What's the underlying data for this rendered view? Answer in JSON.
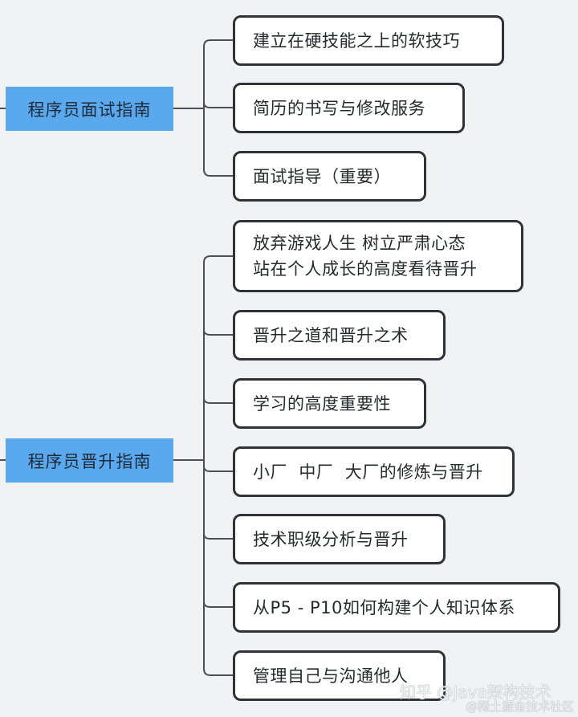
{
  "mindmap": {
    "branches": [
      {
        "title": "程序员面试指南",
        "children": [
          {
            "lines": [
              "建立在硬技能之上的软技巧"
            ]
          },
          {
            "lines": [
              "简历的书写与修改服务"
            ]
          },
          {
            "lines": [
              "面试指导（重要）"
            ]
          }
        ]
      },
      {
        "title": "程序员晋升指南",
        "children": [
          {
            "lines": [
              "放弃游戏人生 树立严肃心态",
              "站在个人成长的高度看待晋升"
            ]
          },
          {
            "lines": [
              "晋升之道和晋升之术"
            ]
          },
          {
            "lines": [
              "学习的高度重要性"
            ]
          },
          {
            "lines": [
              "小厂  中厂  大厂的修炼与晋升"
            ]
          },
          {
            "lines": [
              "技术职级分析与晋升"
            ]
          },
          {
            "lines": [
              "从P5 - P10如何构建个人知识体系"
            ]
          },
          {
            "lines": [
              "管理自己与沟通他人"
            ]
          }
        ]
      }
    ]
  },
  "watermark": {
    "primary": "知乎 @Java架构技术",
    "secondary": "@稀土掘金技术社区"
  },
  "colors": {
    "parent_fill": "#5aa9ef",
    "child_border": "#2f3337",
    "connector": "#4a4f55",
    "background": "#f1f2f4"
  }
}
